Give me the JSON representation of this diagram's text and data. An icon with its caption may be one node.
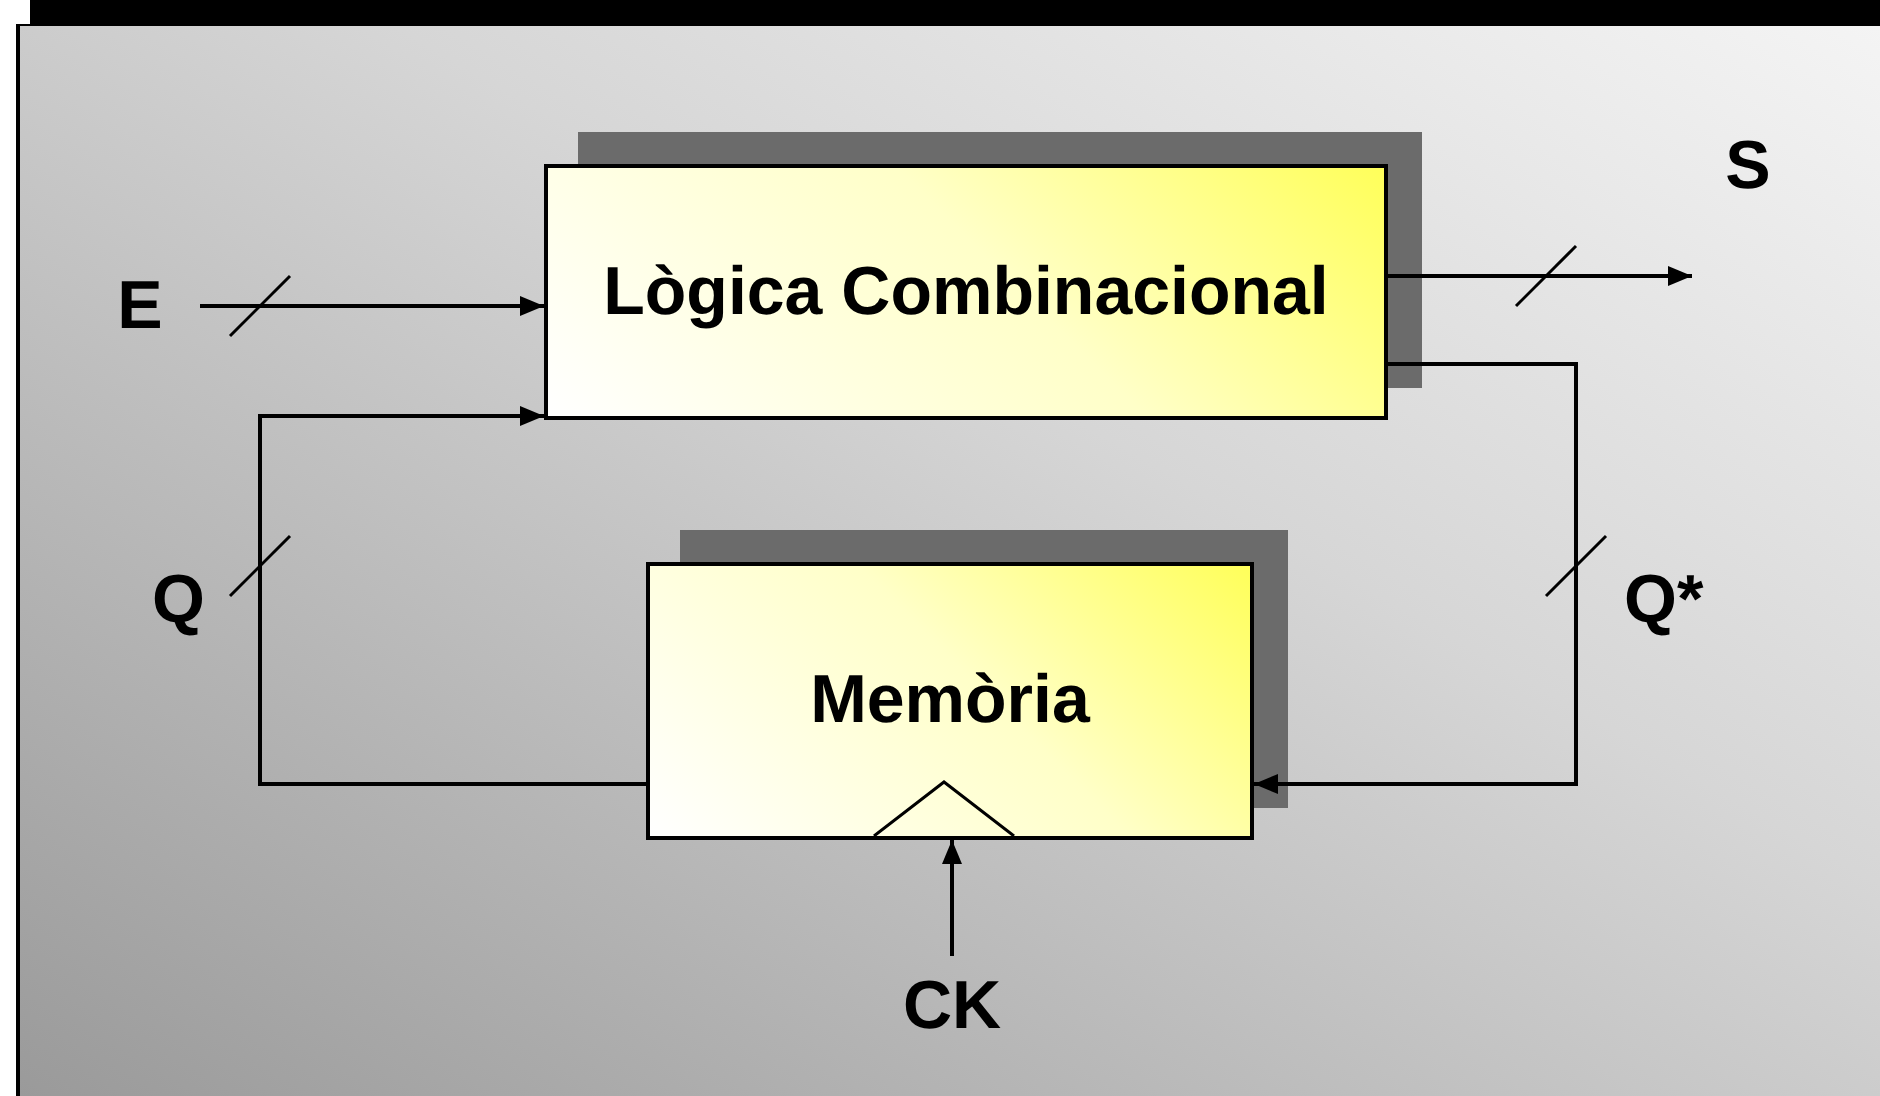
{
  "diagram": {
    "nodes": [
      {
        "text": [
          "E"
        ]
      },
      {
        "text": [
          "Lògica Combinacional"
        ]
      },
      {
        "text": [
          "S"
        ]
      },
      {
        "text": [
          "Memòria"
        ]
      },
      {
        "text": [
          "CK"
        ]
      }
    ],
    "edges": [
      {
        "from": 0,
        "to": 1,
        "arrow": "to"
      },
      {
        "from": 1,
        "to": 2,
        "arrow": "to"
      },
      {
        "from": 1,
        "to": 3,
        "arrow": "to",
        "label": "Q*"
      },
      {
        "from": 3,
        "to": 1,
        "arrow": "to",
        "label": "Q"
      },
      {
        "from": 4,
        "to": 3,
        "arrow": "to"
      }
    ]
  }
}
